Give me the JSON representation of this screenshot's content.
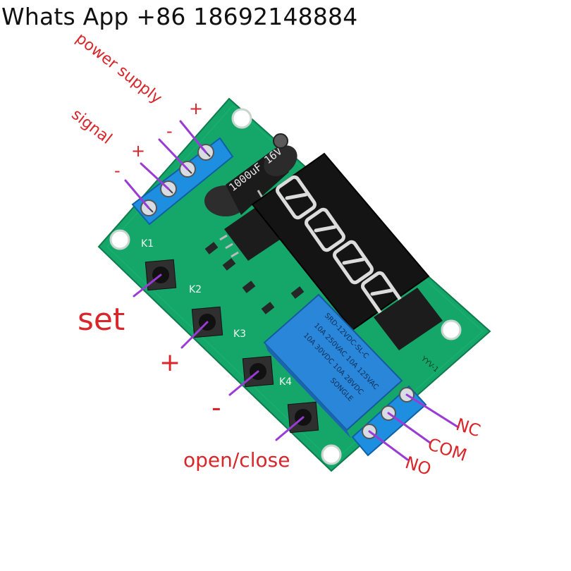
{
  "header": {
    "contact": "Whats App +86 18692148884"
  },
  "labels": {
    "power_supply": "power supply",
    "signal": "signal",
    "plus_power": "+",
    "minus_power": "-",
    "plus_signal": "+",
    "minus_signal": "-",
    "set": "set",
    "plus_button": "+",
    "minus_button": "-",
    "open_close": "open/close",
    "nc": "NC",
    "com": "COM",
    "no": "NO"
  },
  "board": {
    "button_labels": [
      "K1",
      "K2",
      "K3",
      "K4"
    ],
    "capacitor_text": "1000uF 16V",
    "relay_lines": [
      "SRD-12VDC-SL-C",
      "10A 250VAC 10A 125VAC",
      "10A 30VDC 10A 28VDC",
      "SONGLE"
    ],
    "pcb_mark": "YYV-1"
  },
  "colors": {
    "pcb": "#15a76a",
    "terminal": "#1e8fe0",
    "relay": "#2a86d8",
    "label": "#d8262b",
    "callout": "#9a3bd6"
  }
}
